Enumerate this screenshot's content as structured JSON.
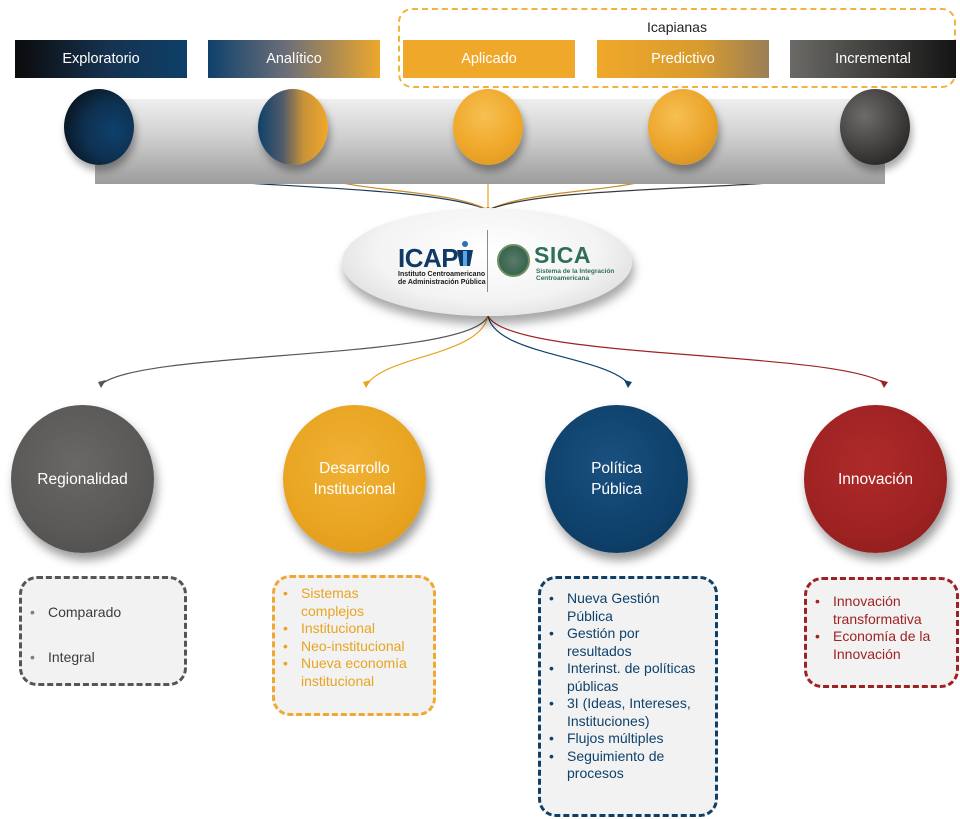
{
  "bracket": {
    "label": "Icapianas"
  },
  "top_labels": [
    {
      "text": "Exploratorio"
    },
    {
      "text": "Analítico"
    },
    {
      "text": "Aplicado"
    },
    {
      "text": "Predictivo"
    },
    {
      "text": "Incremental"
    }
  ],
  "logo": {
    "icap_word": "ICAP",
    "icap_sub_line1": "Instituto Centroamericano",
    "icap_sub_line2": "de Administración Pública",
    "sica_word": "SICA",
    "sica_sub_line1": "Sistema de la Integración",
    "sica_sub_line2": "Centroamericana"
  },
  "circles": [
    {
      "line1": "Regionalidad",
      "line2": "",
      "color": "#5a5856"
    },
    {
      "line1": "Desarrollo",
      "line2": "Institucional",
      "color": "#e8a420"
    },
    {
      "line1": "Política",
      "line2": "Pública",
      "color": "#0e416b"
    },
    {
      "line1": "Innovación",
      "line2": "",
      "color": "#9e2222"
    }
  ],
  "boxes": [
    {
      "items": [
        "Comparado",
        "Integral"
      ],
      "border_color": "#555555",
      "text_color": "#3c3c3c"
    },
    {
      "items": [
        "Sistemas complejos",
        "Institucional",
        "Neo-institucional",
        "Nueva economía institucional"
      ],
      "border_color": "#f0a830",
      "text_color": "#e8a420"
    },
    {
      "items": [
        "Nueva Gestión Pública",
        "Gestión por resultados",
        "Interinst. de políticas públicas",
        "3I (Ideas, Intereses, Instituciones)",
        "Flujos múltiples",
        "Seguimiento de procesos"
      ],
      "border_color": "#0e3f66",
      "text_color": "#0e416b"
    },
    {
      "items": [
        "Innovación transformativa",
        "Economía de la Innovación"
      ],
      "border_color": "#9e2222",
      "text_color": "#9e2222"
    }
  ],
  "colors": {
    "navy": "#0e416b",
    "gold": "#f0a82a",
    "dark": "#2b2b2b",
    "gray": "#5a5856",
    "red": "#9e2222"
  }
}
